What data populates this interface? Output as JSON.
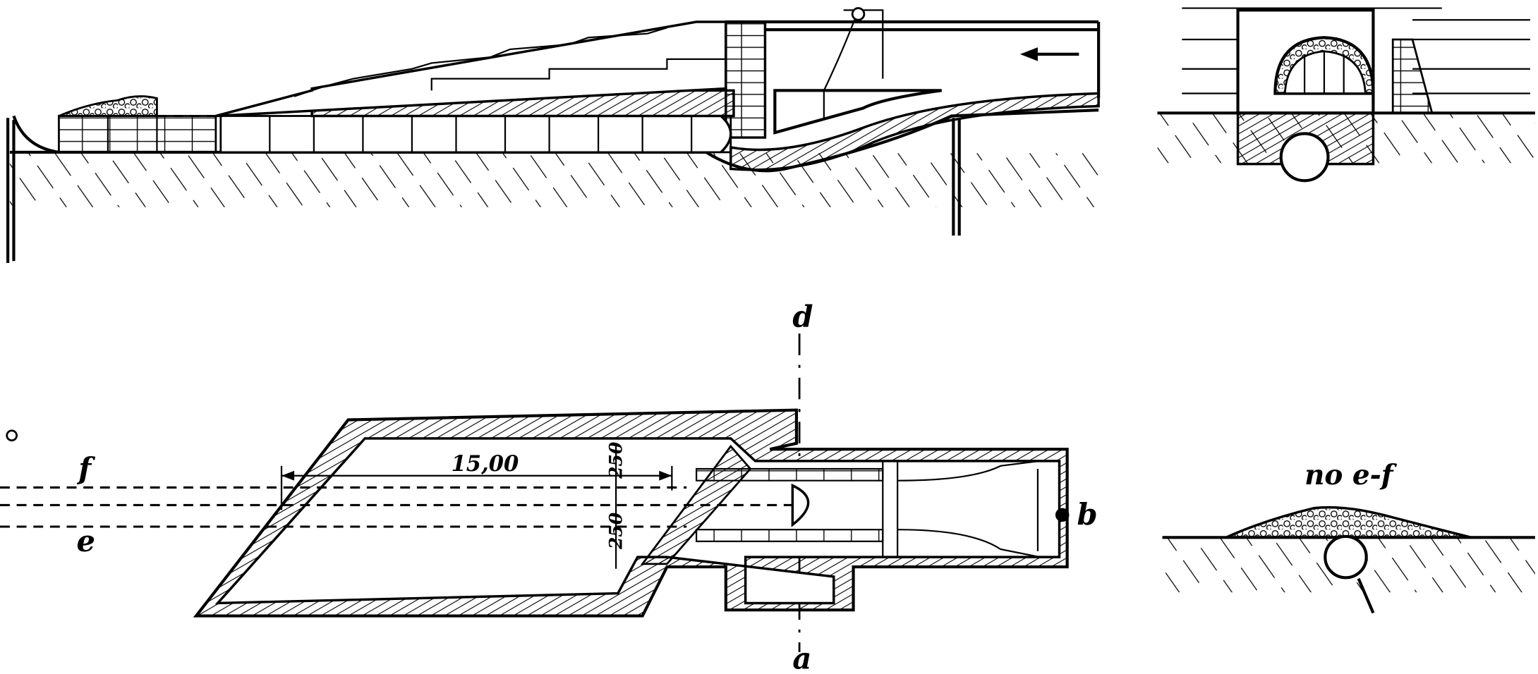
{
  "drawing": {
    "section_labels": {
      "d": "d",
      "a": "a",
      "b": "b",
      "e": "e",
      "f": "f"
    },
    "dimensions": {
      "length": "15,00",
      "width_top": "250",
      "width_bottom": "250"
    },
    "cross_section_caption": "по e-f"
  }
}
